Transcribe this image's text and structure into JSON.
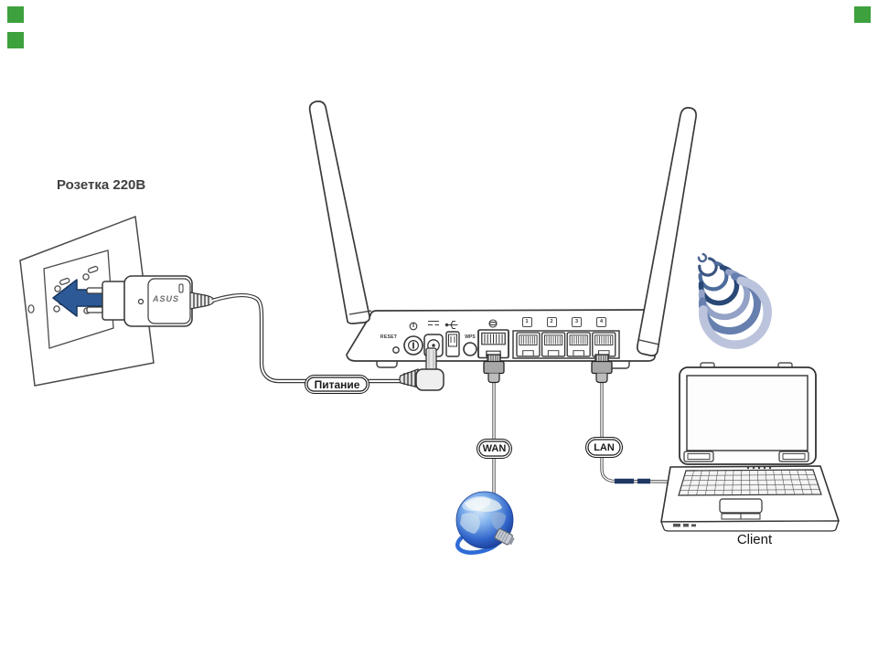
{
  "diagram": {
    "outlet_label": "Розетка 220В",
    "power_cable_label": "Питание",
    "wan_label": "WAN",
    "lan_label": "LAN",
    "client_label": "Client",
    "adapter_brand": "ASUS",
    "router": {
      "reset_label": "RESET",
      "wps_label": "WPS",
      "lan_port_numbers": [
        "1",
        "2",
        "3",
        "4"
      ],
      "ports": [
        "reset",
        "power-button",
        "dc-in",
        "usb",
        "wps",
        "wan",
        "lan1",
        "lan2",
        "lan3",
        "lan4"
      ]
    },
    "icons": [
      "power-icon",
      "dc-in-icon",
      "usb-icon",
      "wan-globe-icon",
      "lan-number-icons",
      "wifi-signal-icon",
      "internet-globe-icon",
      "arrow-left-icon"
    ],
    "colors": {
      "line": "#3a3a3a",
      "arrow_fill": "#2d5a96",
      "arrow_stroke": "#17365d",
      "cable_accent": "#1f3864",
      "inet_cable": "#2e6bd6",
      "marker_green": "#3da13d",
      "wifi_arcs": [
        "#4a6391",
        "#3a557f",
        "#4c6c9c",
        "#2a4876",
        "#93a2c6",
        "#667fae",
        "#bcc4dd"
      ],
      "globe_stops": [
        "#d6e9fb",
        "#7fb0ec",
        "#2f63c8",
        "#16368c"
      ]
    }
  }
}
